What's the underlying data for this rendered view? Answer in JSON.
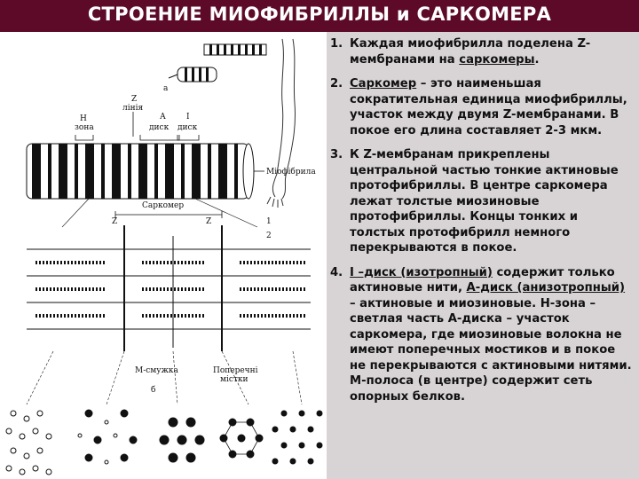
{
  "title": "СТРОЕНИЕ МИОФИБРИЛЛЫ и САРКОМЕРА",
  "figure": {
    "label_a": "а",
    "label_b": "б",
    "label_z": "Z",
    "label_z_line": "лінія",
    "label_h": "Н",
    "label_zone": "зона",
    "label_disk_a_letter": "А",
    "label_disk_a": "диск",
    "label_disk_i_letter": "І",
    "label_disk_i": "диск",
    "label_myofibril": "Міофібрила",
    "label_sarcomere": "Саркомер",
    "label_z_left": "Z",
    "label_z_right": "Z",
    "label_1": "1",
    "label_2": "2",
    "label_m_band": "М-смужка",
    "label_cross_bridges_1": "Поперечні",
    "label_cross_bridges_2": "містки"
  },
  "items": [
    {
      "num": "1.",
      "parts": [
        {
          "text": "Каждая миофибрилла поделена Z-мембранами  на ",
          "u": false
        },
        {
          "text": "саркомеры",
          "u": true
        },
        {
          "text": ".",
          "u": false
        }
      ]
    },
    {
      "num": "2.",
      "parts": [
        {
          "text": "Саркомер",
          "u": true
        },
        {
          "text": " – это наименьшая сократительная единица миофибриллы, участок между двумя Z-мембранами. В покое его длина составляет 2-3 мкм.",
          "u": false
        }
      ]
    },
    {
      "num": "3.",
      "parts": [
        {
          "text": "К Z-мембранам прикреплены центральной частью тонкие актиновые протофибриллы. В центре саркомера лежат толстые миозиновые протофибриллы.  Концы тонких и толстых протофибрилл немного перекрываются в покое.",
          "u": false
        }
      ]
    },
    {
      "num": "4.",
      "parts": [
        {
          "text": "I –диск (изотропный)",
          "u": true
        },
        {
          "text": " содержит только актиновые нити, ",
          "u": false
        },
        {
          "text": "А-диск (анизотропный)",
          "u": true
        },
        {
          "text": " – актиновые и миозиновые.   Н-зона – светлая часть А-диска – участок саркомера, где миозиновые волокна не имеют поперечных мостиков и в покое не перекрываются с актиновыми нитями. М-полоса (в центре) содержит сеть опорных белков.",
          "u": false
        }
      ]
    }
  ]
}
